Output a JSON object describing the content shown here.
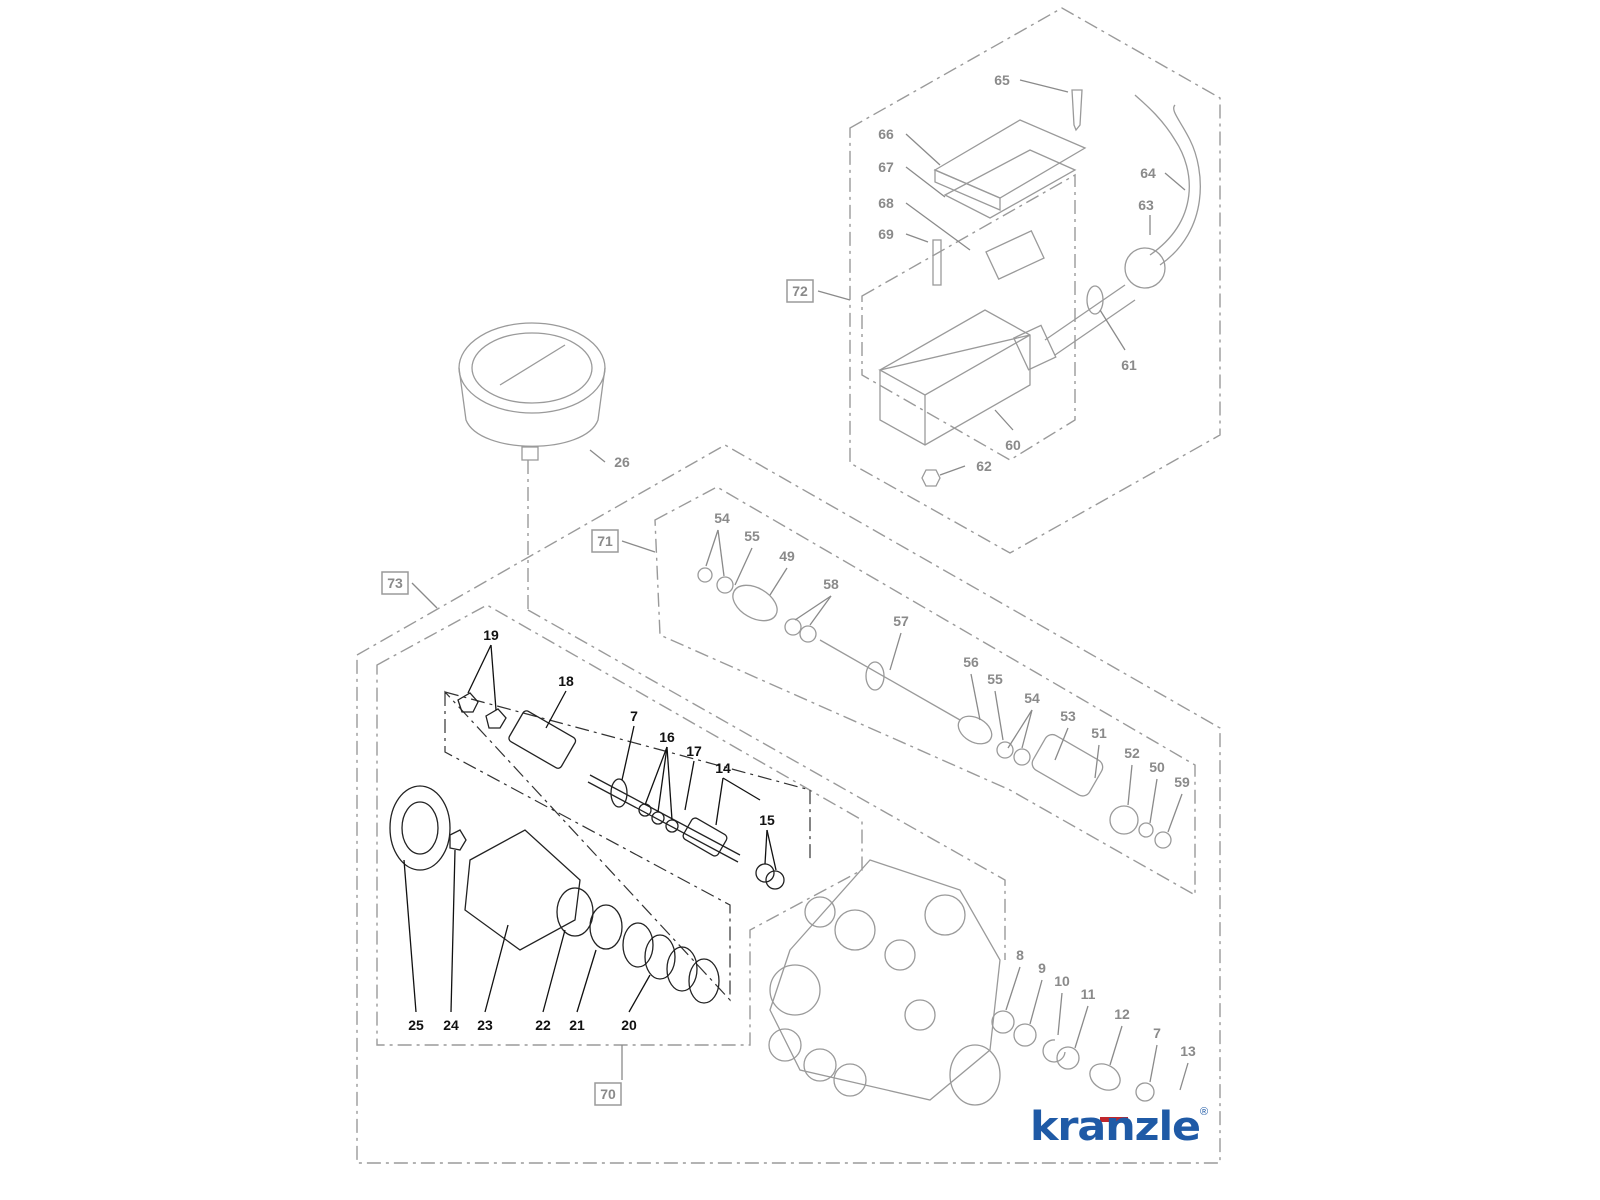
{
  "diagram": {
    "logo": {
      "text": "kranzle",
      "registered": "®",
      "brand_color": "#1f5aa6",
      "accent_color": "#c0262d"
    },
    "group_boxes": [
      "72",
      "71",
      "73",
      "70"
    ],
    "callouts_gray": [
      "65",
      "66",
      "67",
      "68",
      "69",
      "64",
      "63",
      "61",
      "60",
      "62",
      "26",
      "54",
      "55",
      "49",
      "58",
      "57",
      "56",
      "55",
      "54",
      "53",
      "51",
      "52",
      "50",
      "59",
      "8",
      "9",
      "10",
      "11",
      "12",
      "7",
      "13"
    ],
    "callouts_black": [
      "19",
      "18",
      "7",
      "16",
      "17",
      "14",
      "15",
      "25",
      "24",
      "23",
      "22",
      "21",
      "20"
    ]
  }
}
